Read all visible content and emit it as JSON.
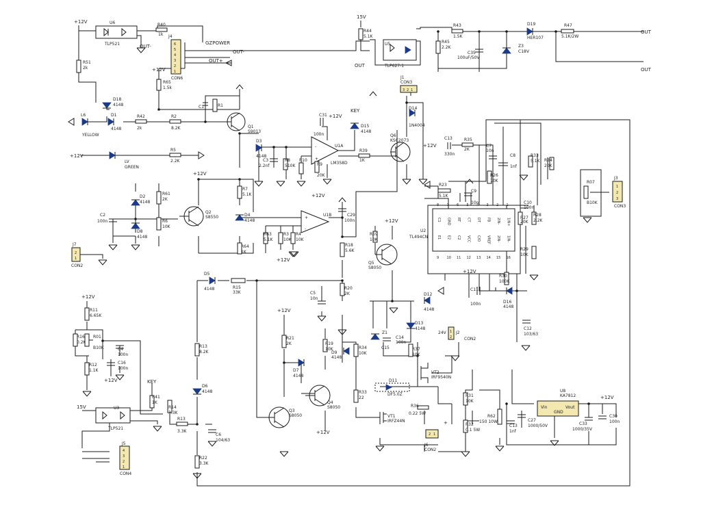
{
  "components": {
    "U6_ref": "U6",
    "U6_part": "TLP521",
    "R40": "R40",
    "R40_val": "1k",
    "J4": "J4",
    "J4_name": "CON6",
    "J4_pins": [
      "6",
      "5",
      "4",
      "3",
      "2",
      "1"
    ],
    "GZPOWER": "GZPOWER",
    "R51": "R51",
    "R51_val": "2k",
    "R65": "R65",
    "R65_val": "1.5k",
    "D18": "D18",
    "D18_val": "4148",
    "L6": "L6",
    "L6_val": "YELLOW",
    "D1": "D1",
    "D1_val": "4148",
    "R42": "R42",
    "R42_val": "2k",
    "R2": "R2",
    "R2_val": "8.2K",
    "C1": "C1",
    "R1": "R1",
    "Q1": "Q1",
    "Q1_part": "S9013",
    "LV": "LV",
    "LV_val": "GREEN",
    "R5": "R5",
    "R5_val": "2.2K",
    "R44": "R44",
    "R44_val": "5.1K",
    "U5": "U5",
    "U5_part": "TLP627-1",
    "R43": "R43",
    "R43_val": "1.5K",
    "R45": "R45",
    "R45_val": "2.2K",
    "C35": "C35",
    "C35_val": "100uF/50V",
    "Z3": "Z3",
    "Z3_val": "C18V",
    "D19": "D19",
    "D19_val": "HER107",
    "R47": "R47",
    "R47_val": "5.1K/2W",
    "J1": "J1",
    "J1_name": "CON3",
    "D14": "D14",
    "D14_val": "1N4004",
    "KEY": "KEY",
    "C31": "C31",
    "C31_val": "100n",
    "D15": "D15",
    "D15_val": "4148",
    "Q6": "Q6",
    "Q6_part": "KSC2073",
    "U1A": "U1A",
    "U1_part": "LM358D",
    "R39": "R39",
    "R39_val": "1K",
    "D3": "D3",
    "D3_val": "4148",
    "C3": "C3",
    "C3_val": "2.2nf",
    "R8": "R8",
    "R8_val": "510K",
    "R10": "R10",
    "R9": "R9",
    "R9_val": "20K",
    "C13": "C13",
    "C13_val": "330n",
    "R35": "R35",
    "R35_val": "2K",
    "C7": "C7",
    "C7_val": "10n",
    "C8": "C8",
    "C8_val": "1nf",
    "R33": "R33",
    "R33_val": "5.1K",
    "R24": "R24",
    "R24_val": "20K",
    "R26": "R26",
    "R26_val": "10K",
    "R23": "R23",
    "R23_val": "5.1K",
    "C9": "C9",
    "C9_val": "10n",
    "U2": "U2",
    "U2_part": "TL494CN",
    "U2_top_pins": [
      "C1",
      "GND",
      "RT",
      "CT",
      "DT",
      "FB",
      "2IN-",
      "1IN+"
    ],
    "U2_bot_pins": [
      "E1",
      "E2",
      "C2",
      "VCC",
      "C/O",
      "VREF",
      "2IN-",
      "1IN-"
    ],
    "U2_top_nums": [
      "8",
      "7",
      "6",
      "5",
      "4",
      "3",
      "2",
      "1"
    ],
    "U2_bot_nums": [
      "9",
      "10",
      "11",
      "12",
      "13",
      "14",
      "15",
      "16"
    ],
    "C10": "C10",
    "C10_val": "100n",
    "R27": "R27",
    "R27_val": "20K",
    "R28": "R28",
    "R28_val": "2.2K",
    "R29": "R29",
    "R29_val": "10K",
    "R30": "R30",
    "R30_val": "100K",
    "J3": "J3",
    "J3_name": "CON3",
    "J3_pins": [
      "1",
      "2",
      "3"
    ],
    "R07": "R07",
    "R07_val": "B10K",
    "D2": "D2",
    "D2_val": "4148",
    "R61": "R61",
    "R61_val": "2K",
    "R6": "R6",
    "R6_val": "10K",
    "Q2": "Q2",
    "Q2_part": "S8550",
    "C2": "C2",
    "C2_val": "100n",
    "D8": "D8",
    "D8_val": "4148",
    "R7": "R7",
    "R7_val": "5.1K",
    "D4": "D4",
    "D4_val": "4148",
    "R63": "R63",
    "R63_val": "5.1K",
    "R3": "R3",
    "R3_val": "10K",
    "R4": "R4",
    "R4_val": "10K",
    "U1B": "U1B",
    "C29": "C29",
    "C29_val": "100n",
    "R64": "R64",
    "R64_val": "1K",
    "J7": "J7",
    "J7_name": "CON2",
    "R59": "R59",
    "R59_val": "10K",
    "Q5": "Q5",
    "Q5_part": "S8050",
    "R18": "R18",
    "R18_val": "5.6K",
    "D5": "D5",
    "D5_val": "4148",
    "R15": "R15",
    "R15_val": "33K",
    "C5": "C5",
    "C5_val": "10n",
    "R20": "R20",
    "R20_val": "2K",
    "D12": "D12",
    "D12_val": "4148",
    "C11": "C11",
    "C11_val": "100n",
    "D16": "D16",
    "D16_val": "4148",
    "C12": "C12",
    "C12_val": "103/63",
    "R11": "R11",
    "R11_val": "6.65K",
    "R16": "R16",
    "R16_val": "0.2K",
    "R01": "R01",
    "R01_val": "B10K",
    "C4": "C4",
    "C4_val": "100n",
    "C16": "C16",
    "C16_val": "100n",
    "R12": "R12",
    "R12_val": "1.1K",
    "R13": "R13",
    "R13_val": "8.2K",
    "D6": "D6",
    "D6_val": "4148",
    "R21": "R21",
    "R21_val": "2K",
    "R19": "R19",
    "R19_val": "10K",
    "D7": "D7",
    "D7_val": "4148",
    "D9": "D9",
    "D9_val": "4148",
    "Q4": "Q4",
    "Q4_part": "S8050",
    "Q3": "Q3",
    "Q3_part": "S8050",
    "R34": "R34",
    "R34_val": "10K",
    "Z1": "Z1",
    "C14": "C14",
    "C14_val": "100n",
    "C15": "C15",
    "D13": "D13",
    "D13_val": "4148",
    "R37": "R37",
    "R37_val": "10K",
    "VT2": "VT2",
    "VT2_part": "IRF9540N",
    "D11": "D11",
    "D11_val": "DF5.0Z",
    "J2": "J2",
    "J2_name": "CON2",
    "V24": "24V",
    "R33b": "R33",
    "R33b_val": "22",
    "VT1": "VT1",
    "VT1_part": "IRFZ44N",
    "R36": "R36",
    "R36_val": "0.22 5W",
    "J6": "J6",
    "J6_name": "CON2",
    "R31": "R31",
    "R31_val": "10K",
    "R32": "R32",
    "R32_val": "0.1 5W",
    "R62": "R62",
    "R62_val": "150 10W",
    "C13b": "C13",
    "C13b_val": "1nf",
    "C27": "C27",
    "C27_val": "1000/50V",
    "U8": "U8",
    "U8_part": "KA7812",
    "U8_vin": "Vin",
    "U8_vout": "Vout",
    "U8_gnd": "GND",
    "C33": "C33",
    "C33_val": "1000/35V",
    "C30": "C30",
    "C30_val": "100n",
    "R41": "R41",
    "R41_val": "1K",
    "U3": "U3",
    "U3_part": "TLP521",
    "R14": "R14",
    "R14_val": "3.3K",
    "R13b": "R13",
    "R13b_val": "3.3K",
    "C6": "C6",
    "C6_val": "104/63",
    "R22": "R22",
    "R22_val": "3.3K",
    "J5": "J5",
    "J5_name": "CON4",
    "J5_pins": [
      "4",
      "3",
      "2",
      "1"
    ]
  },
  "nets": {
    "p12": "+12V",
    "v15": "15V",
    "out": "OUT",
    "out_p": "OUT+",
    "out_m": "OUT-",
    "key": "KEY",
    "plus": "+",
    "one": "1",
    "two": "2",
    "three": "3"
  },
  "colors": {
    "wire": "#1a1a1a",
    "connector_fill": "#f3e9b0",
    "diode_fill": "#1a3a8a"
  }
}
